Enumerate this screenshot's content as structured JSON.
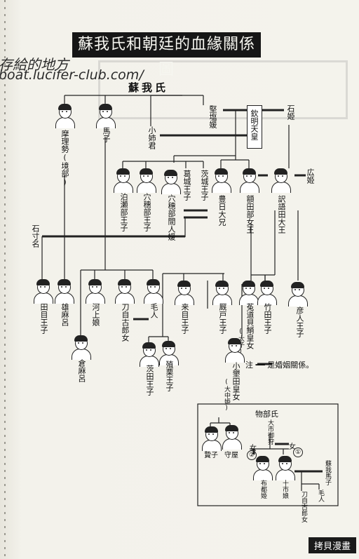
{
  "title": "蘇我氏和朝廷的血緣關係圖",
  "watermark": {
    "line1": "存給的地方",
    "line2": "boat.lucifer-club.com/"
  },
  "clan_label": "蘇我氏",
  "people": {
    "maritsumi": "摩理勢(境部)",
    "umako_top": "馬子",
    "kitashi": "堅塩媛",
    "kinmei": "欽明天皇",
    "ishi": "石姫",
    "oane": "小姉君",
    "hatsusebe": "泊瀬部王子",
    "anahobe": "穴穗部王子",
    "anahobe_hashi": "穴穗部間人媛",
    "katsuragi": "葛城王子",
    "ubaraki": "茨城王子",
    "toyohi": "豊日大兄",
    "nukata": "額田部女王",
    "hiroh": "広姫",
    "osada": "訳語田大王",
    "ishikina": "石寸名",
    "tame": "田目王子",
    "ogamaro": "雄麻呂",
    "kawakami": "河上娘",
    "tojiko": "刀自古郎女",
    "emishi": "毛人",
    "kume": "来目王子",
    "umayado": "厩戸王子",
    "uji": "菟道貝鮹皇女",
    "takeda": "竹田王子",
    "hikohito": "彦人王子",
    "kuramaro": "倉麻呂",
    "mamuta": "茨田王子",
    "ueno": "殖栗王子",
    "owarida": "小墾田皇女",
    "taishi_small": "(太子)",
    "onakatsu_small": "(大中姫)"
  },
  "note": "注 ━━ 是婚姻關係。",
  "inset": {
    "clan": "物部氏",
    "niehako": "贄子",
    "moriya": "守屋",
    "omura": "大市御狩",
    "onna2": "女",
    "onna1": "女",
    "num1": "①",
    "num2": "②",
    "fuhime": "布都姫",
    "tochi": "十市娘",
    "umako": "蘇我馬子",
    "emishi": "毛人",
    "tojiko": "刀自古郎女"
  },
  "stamp": "拷貝漫畫"
}
